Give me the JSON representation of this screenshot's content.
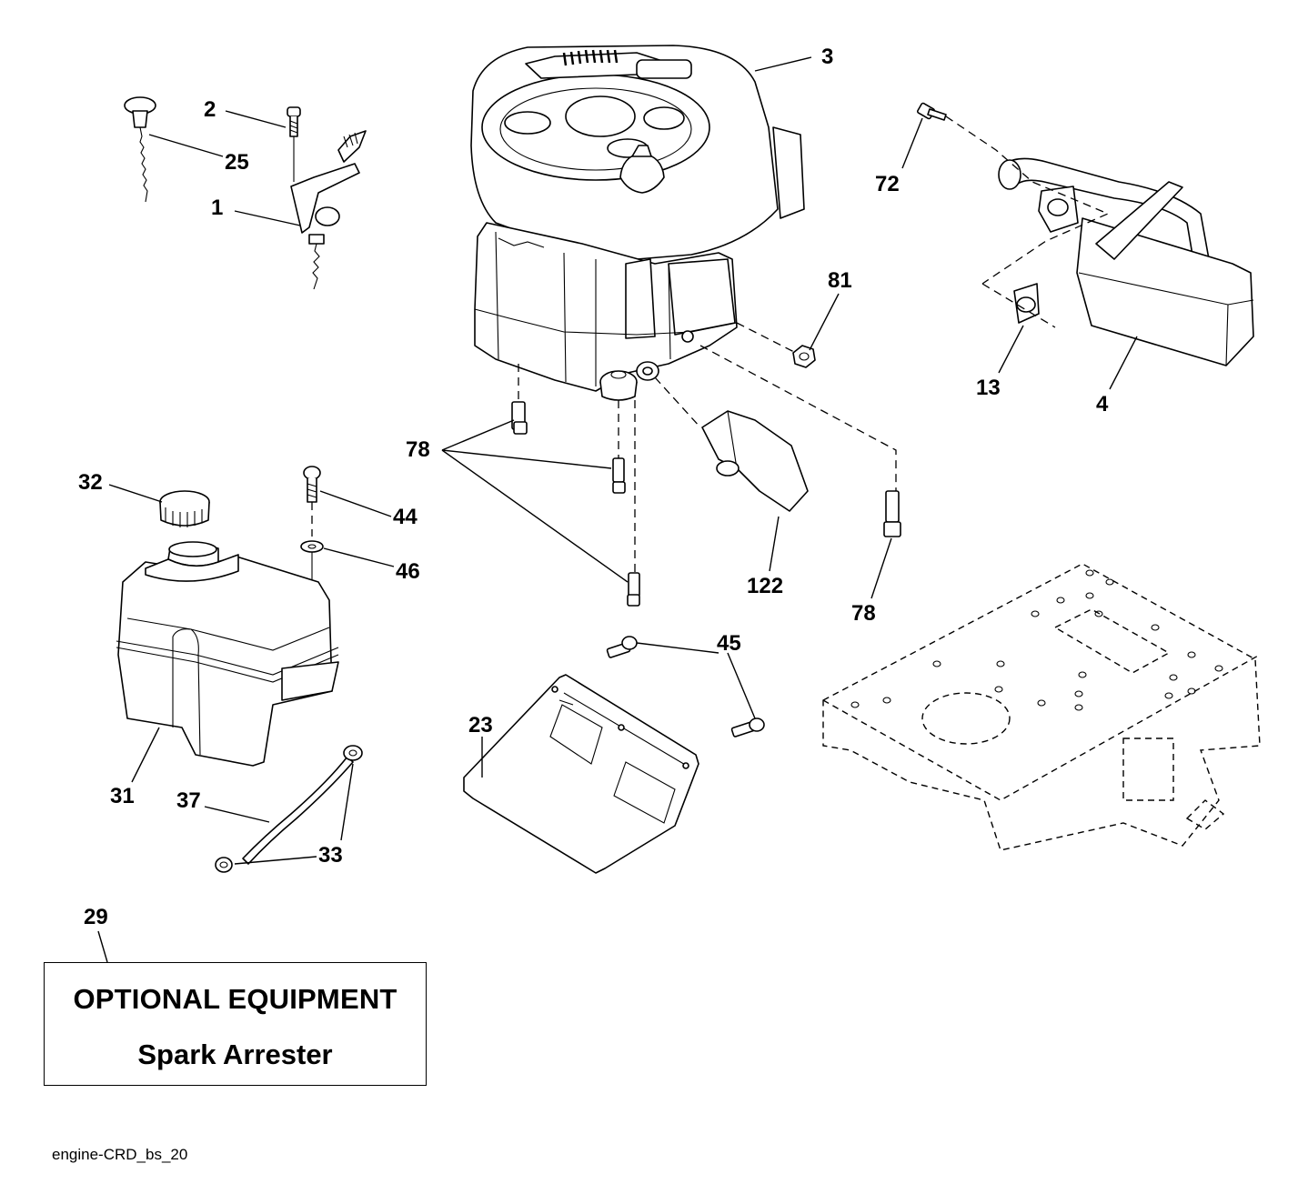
{
  "callouts": {
    "c1": "1",
    "c2": "2",
    "c3": "3",
    "c4": "4",
    "c13": "13",
    "c23": "23",
    "c25": "25",
    "c29": "29",
    "c31": "31",
    "c32": "32",
    "c33": "33",
    "c37": "37",
    "c44": "44",
    "c45": "45",
    "c46": "46",
    "c72": "72",
    "c78a": "78",
    "c78b": "78",
    "c81": "81",
    "c122": "122"
  },
  "optional_box": {
    "title": "OPTIONAL EQUIPMENT",
    "subtitle": "Spark Arrester"
  },
  "drawing_id": "engine-CRD_bs_20"
}
